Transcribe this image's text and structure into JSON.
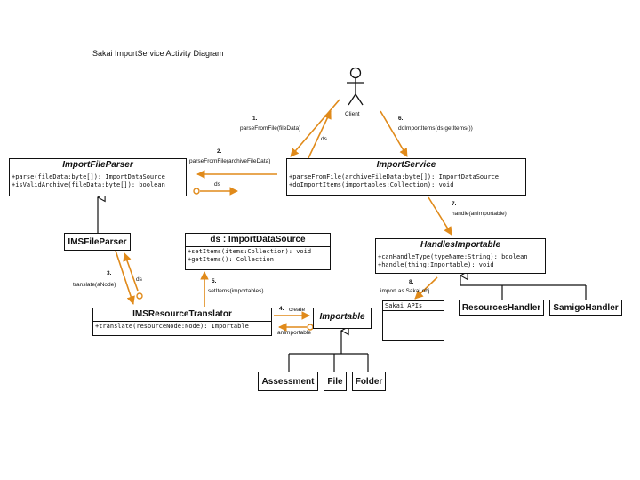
{
  "title": "Sakai ImportService Activity Diagram",
  "actor": {
    "label": "Client"
  },
  "classes": {
    "import_file_parser": {
      "name": "ImportFileParser",
      "ops": [
        "+parse(fileData:byte[]): ImportDataSource",
        "+isValidArchive(fileData:byte[]): boolean"
      ]
    },
    "import_service": {
      "name": "ImportService",
      "ops": [
        "+parseFromFile(archiveFileData:byte[]): ImportDataSource",
        "+doImportItems(importables:Collection): void"
      ]
    },
    "ims_file_parser": {
      "name": "IMSFileParser"
    },
    "import_data_source": {
      "name": "ds : ImportDataSource",
      "ops": [
        "+setItems(items:Collection): void",
        "+getItems(): Collection"
      ]
    },
    "handles_importable": {
      "name": "HandlesImportable",
      "ops": [
        "+canHandleType(typeName:String): boolean",
        "+handle(thing:Importable): void"
      ]
    },
    "ims_resource_translator": {
      "name": "IMSResourceTranslator",
      "ops": [
        "+translate(resourceNode:Node): Importable"
      ]
    },
    "importable": {
      "name": "Importable"
    },
    "resources_handler": {
      "name": "ResourcesHandler"
    },
    "samigo_handler": {
      "name": "SamigoHandler"
    },
    "assessment": {
      "name": "Assessment"
    },
    "file": {
      "name": "File"
    },
    "folder": {
      "name": "Folder"
    },
    "sakai_apis": {
      "name": "Sakai APIs"
    }
  },
  "messages": {
    "m1_num": "1.",
    "m1": "parseFromFile(fileData)",
    "ds_return_client": "ds",
    "m2_num": "2.",
    "m2": "parseFromFile(archiveFileData)",
    "ds_return_parser": "ds",
    "m3_num": "3.",
    "m3": "translate(aNode)",
    "ds_return_translator": "ds",
    "m4_num": "4.",
    "m4": "create",
    "m4_return": "anImportable",
    "m5_num": "5.",
    "m5": "setItems(importables)",
    "m6_num": "6.",
    "m6": "doImportItems(ds.getItems())",
    "m7_num": "7.",
    "m7": "handle(anImportable)",
    "m8_num": "8.",
    "m8": "import as Sakai obj"
  },
  "colors": {
    "arrow": "#e08a1a",
    "line": "#111111"
  }
}
